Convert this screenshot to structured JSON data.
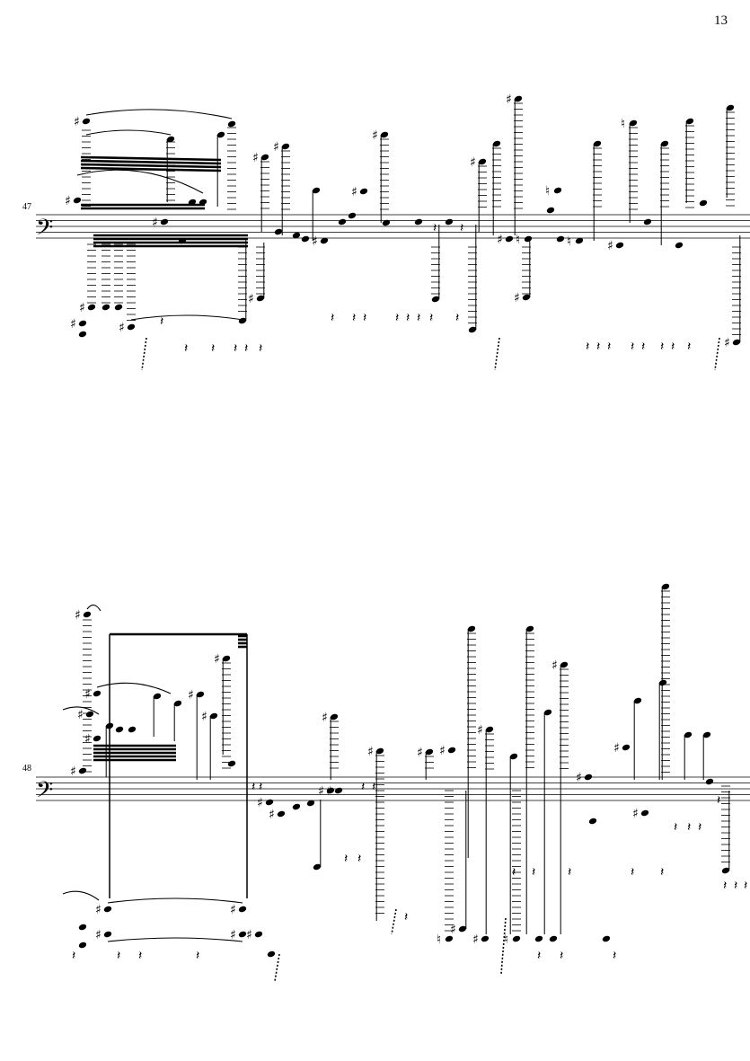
{
  "page": {
    "number": "13"
  },
  "systems": [
    {
      "measure_number": "47",
      "clef": "bass",
      "ink": "#000000"
    },
    {
      "measure_number": "48",
      "clef": "bass",
      "ink": "#000000"
    }
  ],
  "glyphs": {
    "clef": "𝄢",
    "sharp": "♯",
    "natural": "♮",
    "rest": "𝄽"
  }
}
